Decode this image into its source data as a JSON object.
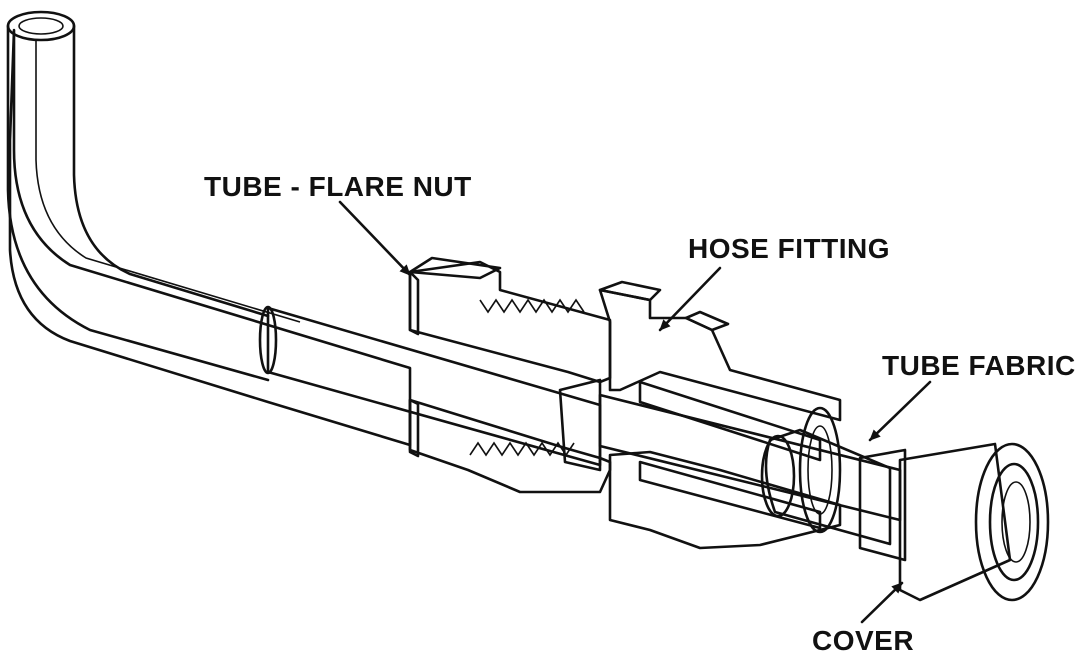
{
  "diagram": {
    "labels": {
      "tube_flare_nut": "TUBE - FLARE NUT",
      "hose_fitting": "HOSE FITTING",
      "tube_fabric": "TUBE FABRIC",
      "cover": "COVER"
    },
    "colors": {
      "ink": "#111111",
      "paper": "#ffffff",
      "hatch": "#333333",
      "fabric": "#2a2a2a"
    }
  }
}
